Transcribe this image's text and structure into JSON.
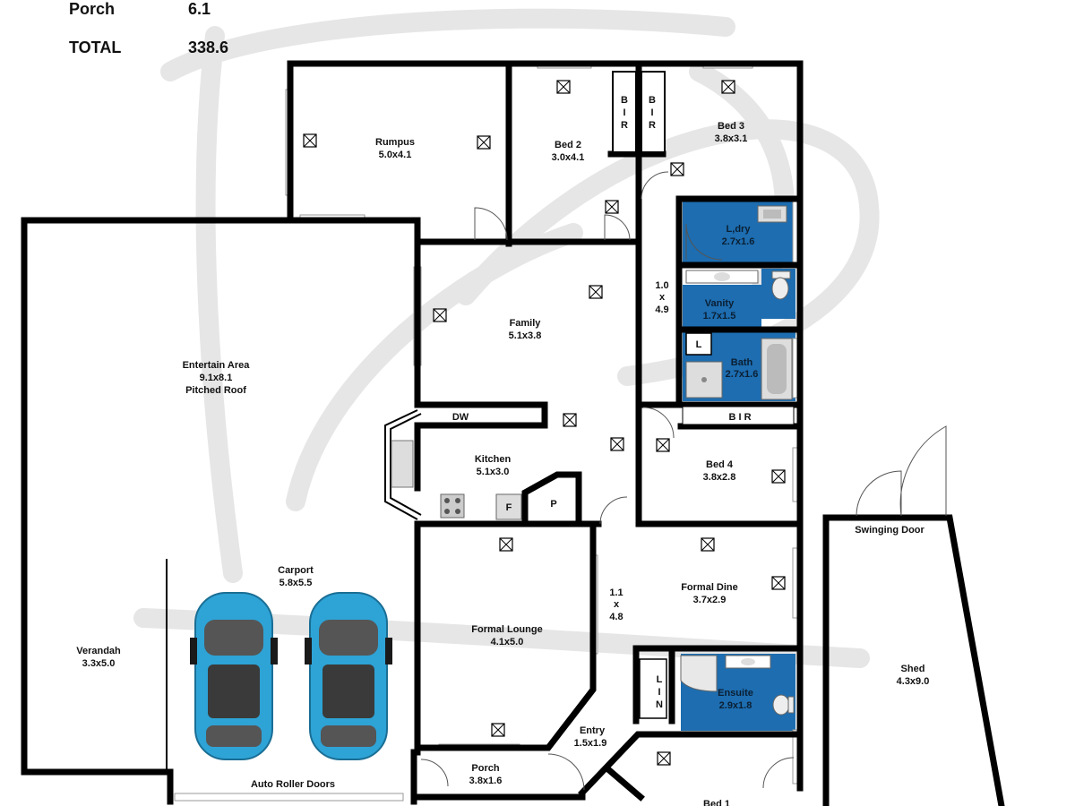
{
  "summary": [
    {
      "name": "Porch",
      "value": "6.1"
    },
    {
      "name": "TOTAL",
      "value": "338.6"
    }
  ],
  "rooms": {
    "rumpus": {
      "name": "Rumpus",
      "size": "5.0x4.1"
    },
    "bed2": {
      "name": "Bed 2",
      "size": "3.0x4.1"
    },
    "bed3": {
      "name": "Bed 3",
      "size": "3.8x3.1"
    },
    "laundry": {
      "name": "L,dry",
      "size": "2.7x1.6"
    },
    "vanity": {
      "name": "Vanity",
      "size": "1.7x1.5"
    },
    "bath": {
      "name": "Bath",
      "size": "2.7x1.6"
    },
    "hall1": {
      "w": "1.0",
      "x": "x",
      "h": "4.9"
    },
    "family": {
      "name": "Family",
      "size": "5.1x3.8"
    },
    "entertain": {
      "name": "Entertain Area",
      "size": "9.1x8.1",
      "note": "Pitched Roof"
    },
    "kitchen": {
      "name": "Kitchen",
      "size": "5.1x3.0"
    },
    "bed4": {
      "name": "Bed 4",
      "size": "3.8x2.8"
    },
    "carport": {
      "name": "Carport",
      "size": "5.8x5.5"
    },
    "verandah": {
      "name": "Verandah",
      "size": "3.3x5.0"
    },
    "formal_lounge": {
      "name": "Formal Lounge",
      "size": "4.1x5.0"
    },
    "hall2": {
      "w": "1.1",
      "x": "x",
      "h": "4.8"
    },
    "formal_dine": {
      "name": "Formal Dine",
      "size": "3.7x2.9"
    },
    "ensuite": {
      "name": "Ensuite",
      "size": "2.9x1.8"
    },
    "entry": {
      "name": "Entry",
      "size": "1.5x1.9"
    },
    "porch": {
      "name": "Porch",
      "size": "3.8x1.6"
    },
    "bed1": {
      "name": "Bed 1"
    },
    "shed": {
      "name": "Shed",
      "size": "4.3x9.0"
    }
  },
  "fixtures": {
    "bir1_letters": [
      "B",
      "I",
      "R"
    ],
    "bir2_letters": [
      "B",
      "I",
      "R"
    ],
    "bir3": "B I R",
    "lin_letters": [
      "L",
      "I",
      "N"
    ],
    "dw": "DW",
    "fridge": "F",
    "pantry": "P",
    "linen": "L",
    "swinging_door": "Swinging Door",
    "auto_roller_doors": "Auto Roller Doors"
  },
  "colors": {
    "wet_area": "#1d6db0",
    "car": "#2ea3d6",
    "watermark": "#e6e6e6"
  }
}
